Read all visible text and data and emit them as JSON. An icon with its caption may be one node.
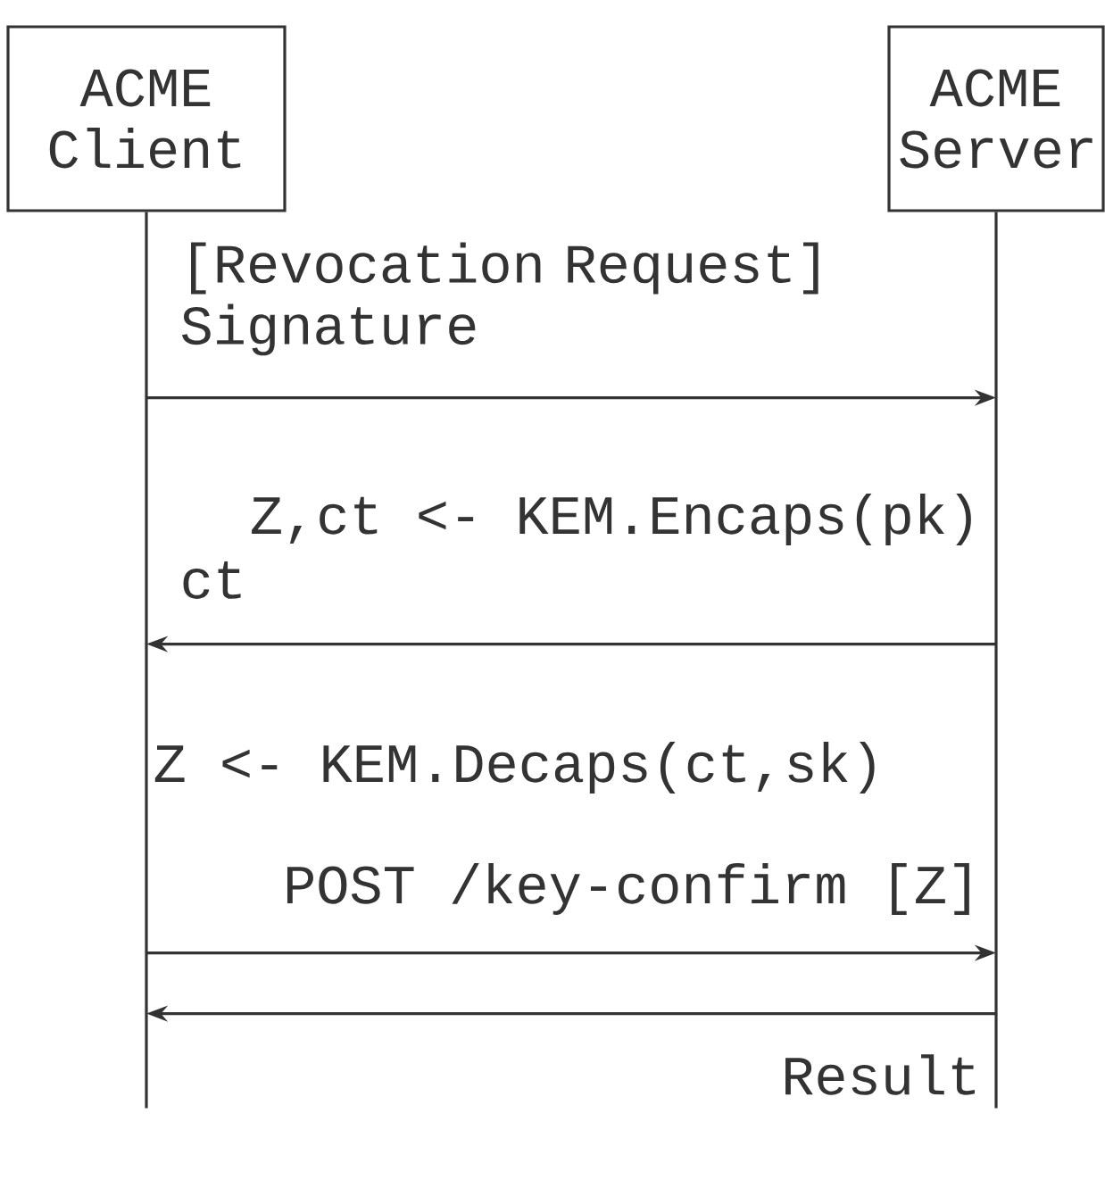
{
  "diagram": {
    "nodes": [
      {
        "text": [
          "ACME Client"
        ]
      },
      {
        "text": [
          "ACME Server"
        ]
      }
    ],
    "edges": [
      {
        "from": 0,
        "to": 1,
        "arrow": "to",
        "label": "[Revocation Request] Signature"
      },
      {
        "from": 1,
        "to": 0,
        "arrow": "to",
        "label": "ct"
      },
      {
        "from": 0,
        "to": 1,
        "arrow": "to",
        "label": "POST /key-confirm [Z]"
      },
      {
        "from": 1,
        "to": 0,
        "arrow": "to",
        "label": "Result"
      }
    ],
    "labels": [
      "Z,ct <- KEM.Encaps(pk)",
      "Z <- KEM.Decaps(ct,sk)"
    ]
  }
}
